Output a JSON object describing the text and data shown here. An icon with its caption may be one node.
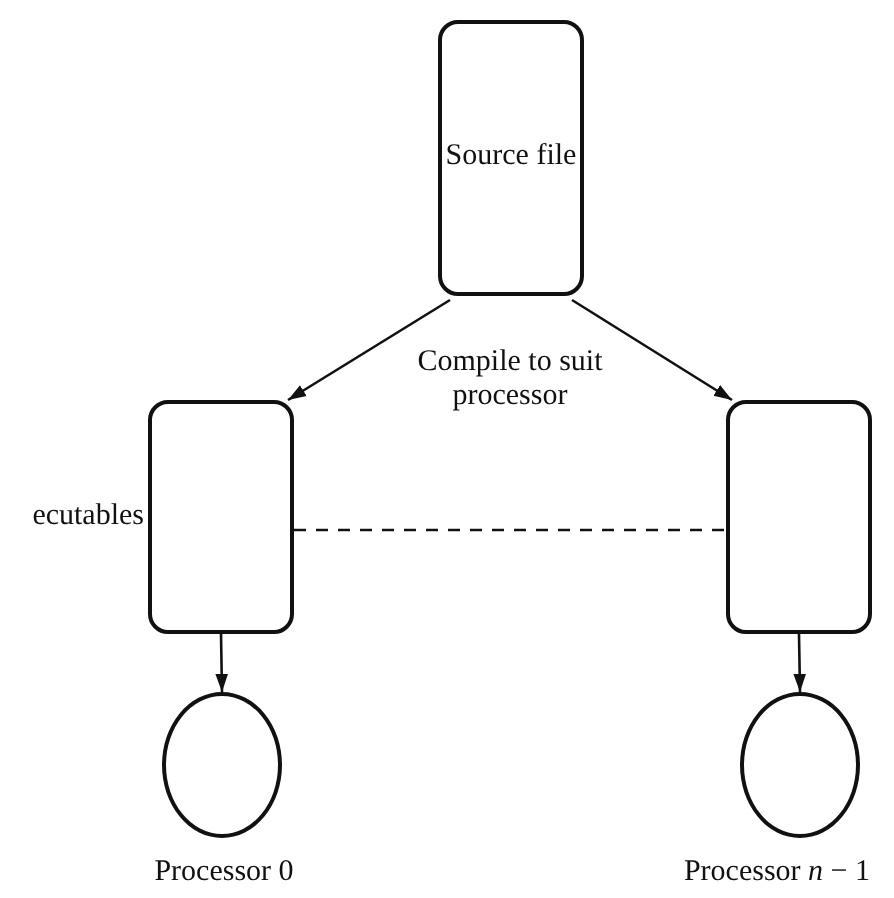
{
  "diagram": {
    "nodes": [
      {
        "text": [
          "Source file"
        ]
      },
      {
        "text": [],
        "shape": "box",
        "beside": [
          "ecutables"
        ]
      },
      {
        "text": [],
        "shape": "box"
      },
      {
        "text": [],
        "shape": "circle",
        "beside": [
          "Processor 0"
        ]
      },
      {
        "text": [],
        "shape": "circle",
        "beside": [
          "Processor *n* − 1"
        ]
      }
    ],
    "edges": [
      {
        "from": 0,
        "to": 1,
        "arrow": "to"
      },
      {
        "from": 0,
        "to": 2,
        "arrow": "to"
      },
      {
        "from": 1,
        "to": 2,
        "arrow": "none",
        "style": "dashed"
      },
      {
        "from": 1,
        "to": 3,
        "arrow": "to"
      },
      {
        "from": 2,
        "to": 4,
        "arrow": "to"
      }
    ],
    "labels": [
      "Compile to suit processor"
    ]
  }
}
